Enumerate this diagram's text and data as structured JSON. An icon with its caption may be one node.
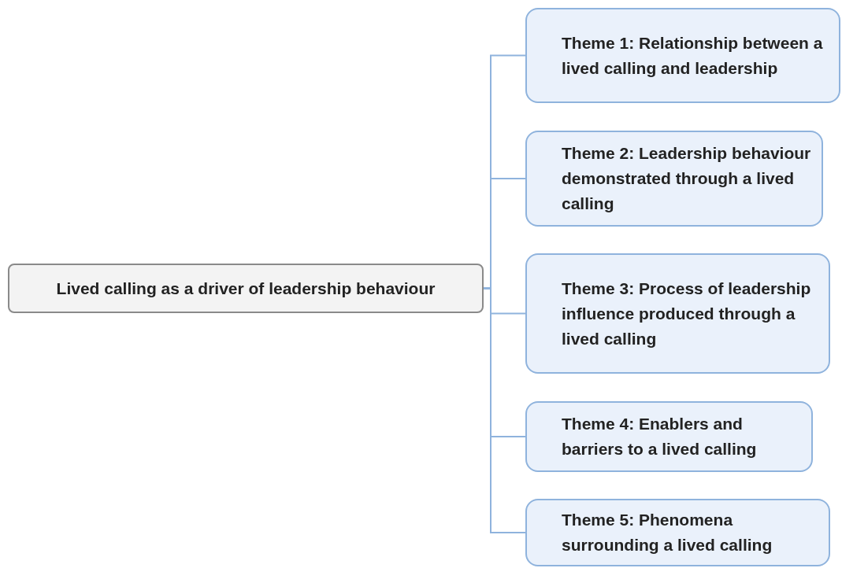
{
  "diagram": {
    "nodes": [
      {
        "text": [
          "Lived calling as a driver of leadership behaviour"
        ]
      },
      {
        "text": [
          "Theme 1: Relationship between a lived calling and leadership"
        ]
      },
      {
        "text": [
          "Theme 2: Leadership behaviour demonstrated through a lived calling"
        ]
      },
      {
        "text": [
          "Theme 3: Process of leadership influence produced through a lived calling"
        ]
      },
      {
        "text": [
          "Theme 4: Enablers and barriers to a lived calling"
        ]
      },
      {
        "text": [
          "Theme 5: Phenomena surrounding a lived calling"
        ]
      }
    ],
    "edges": [
      {
        "from": 0,
        "to": 1,
        "arrow": "none"
      },
      {
        "from": 0,
        "to": 2,
        "arrow": "none"
      },
      {
        "from": 0,
        "to": 3,
        "arrow": "none"
      },
      {
        "from": 0,
        "to": 4,
        "arrow": "none"
      },
      {
        "from": 0,
        "to": 5,
        "arrow": "none"
      }
    ]
  }
}
